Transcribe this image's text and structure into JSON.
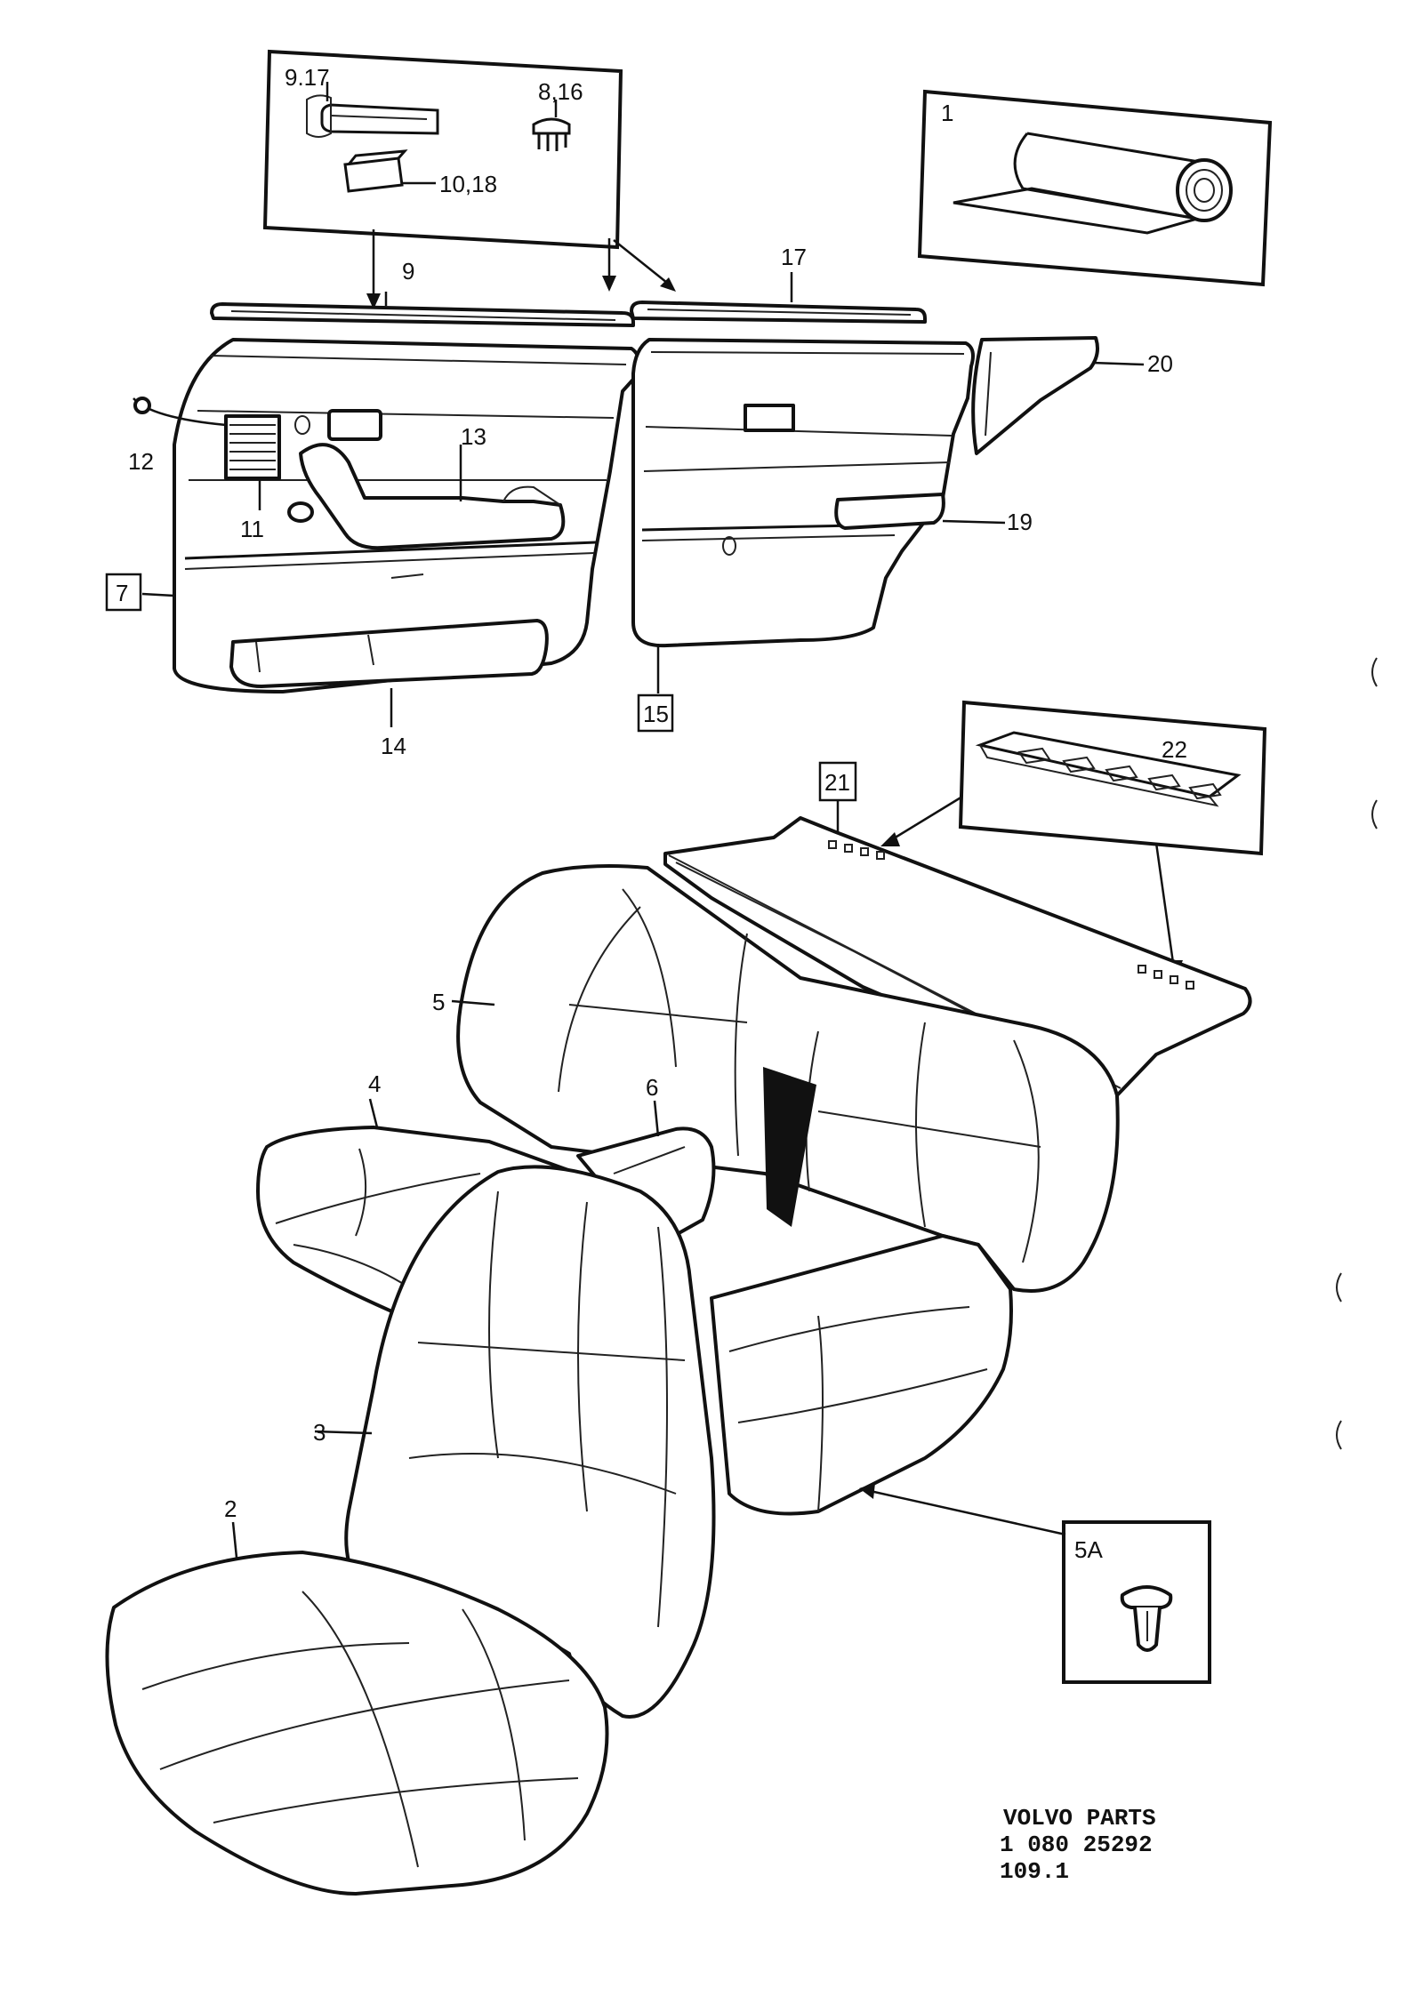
{
  "labels": {
    "l1": "1",
    "l2": "2",
    "l3": "3",
    "l4": "4",
    "l5": "5",
    "l5a": "5A",
    "l6": "6",
    "l7": "7",
    "l8_16": "8,16",
    "l9": "9",
    "l9_17": "9.17",
    "l10_18": "10,18",
    "l11": "11",
    "l12": "12",
    "l13": "13",
    "l14": "14",
    "l15": "15",
    "l17": "17",
    "l19": "19",
    "l20": "20",
    "l21": "21",
    "l22": "22"
  },
  "part_number": {
    "line1": "VOLVO PARTS",
    "line2": "1  080  25292",
    "line3": "109.1"
  }
}
